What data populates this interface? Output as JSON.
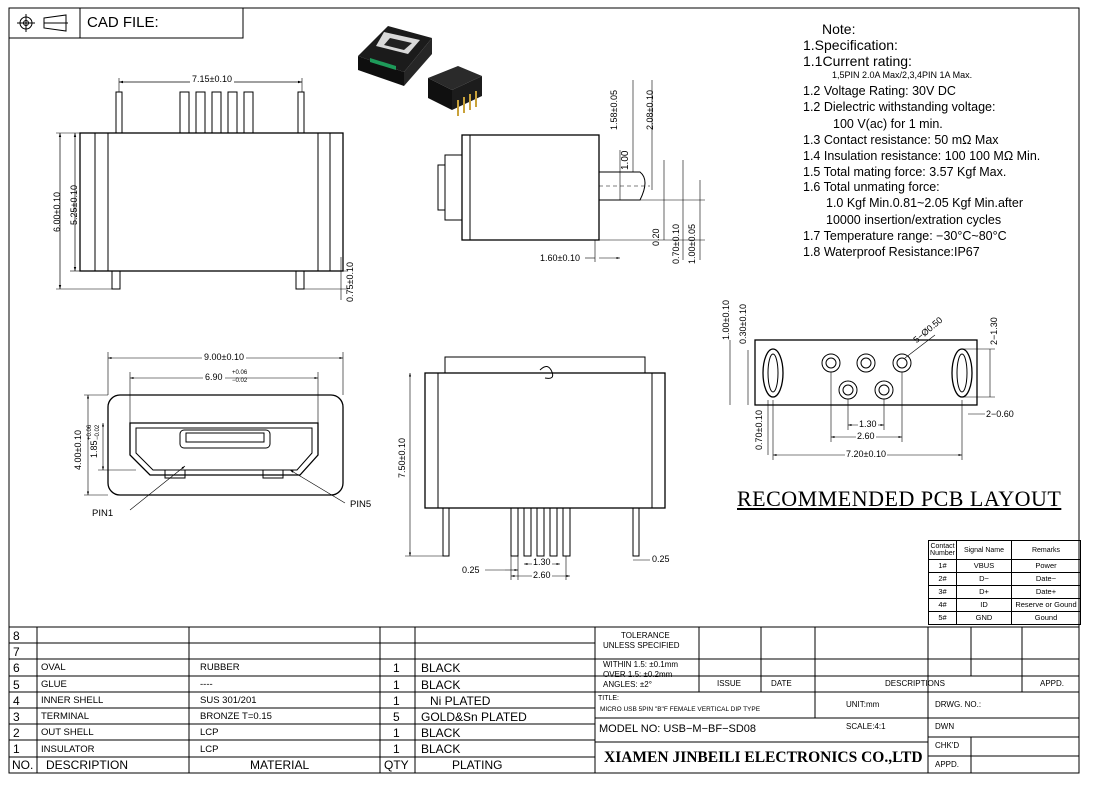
{
  "header": {
    "cad_file_label": "CAD FILE:"
  },
  "notes": {
    "lines": [
      "Note:",
      "1.Specification:",
      "1.1Current rating:",
      "1,5PIN 2.0A Max/2,3,4PIN 1A Max.",
      "1.2 Voltage Rating: 30V DC",
      "1.2 Dielectric withstanding voltage:",
      "100 V(ac) for 1 min.",
      "1.3 Contact resistance: 50 mΩ Max",
      "1.4 Insulation resistance: 100 100 MΩ Min.",
      "1.5 Total mating force: 3.57 Kgf Max.",
      "1.6 Total unmating force:",
      "1.0 Kgf Min.0.81~2.05 Kgf Min.after",
      "10000 insertion/extration cycles",
      "1.7 Temperature range: −30°C~80°C",
      "1.8 Waterproof Resistance:IP67"
    ]
  },
  "pcb_layout": {
    "title": "RECOMMENDED PCB LAYOUT",
    "dims": [
      "1.00±0.10",
      "0.30±0.10",
      "5−Ø0.50",
      "2−1.30",
      "0.70±0.10",
      "1.30",
      "2.60",
      "7.20±0.10",
      "2−0.60"
    ]
  },
  "side_view": {
    "dims": [
      "7.15±0.10",
      "6.00±0.10",
      "5.25±0.10",
      "0.75±0.10"
    ]
  },
  "right_view": {
    "dims": [
      "1.58±0.05",
      "2.08±0.10",
      "1.00",
      "0.20",
      "0.70±0.10",
      "1.00±0.05",
      "1.60±0.10"
    ]
  },
  "front_view": {
    "dims": [
      "9.00±0.10",
      "6.90",
      "+0.06",
      "−0.02",
      "4.00±0.10",
      "1.85",
      "+0.06",
      "−0.02"
    ],
    "pin1": "PIN1",
    "pin5": "PIN5"
  },
  "bottom_view": {
    "dims": [
      "7.50±0.10",
      "0.25",
      "1.30",
      "2.60",
      "0.25"
    ]
  },
  "signal_table": {
    "headers": [
      "Contact Number",
      "Signal Name",
      "Remarks"
    ],
    "rows": [
      [
        "1#",
        "VBUS",
        "Power"
      ],
      [
        "2#",
        "D−",
        "Date−"
      ],
      [
        "3#",
        "D+",
        "Date+"
      ],
      [
        "4#",
        "ID",
        "Reserve or Gound"
      ],
      [
        "5#",
        "GND",
        "Gound"
      ]
    ]
  },
  "bom": {
    "footer": [
      "NO.",
      "DESCRIPTION",
      "MATERIAL",
      "QTY",
      "PLATING"
    ],
    "rows": [
      {
        "no": "8",
        "desc": "",
        "mat": "",
        "qty": "",
        "plating": ""
      },
      {
        "no": "7",
        "desc": "",
        "mat": "",
        "qty": "",
        "plating": ""
      },
      {
        "no": "6",
        "desc": "OVAL",
        "mat": "RUBBER",
        "qty": "1",
        "plating": "BLACK"
      },
      {
        "no": "5",
        "desc": "GLUE",
        "mat": "----",
        "qty": "1",
        "plating": "BLACK"
      },
      {
        "no": "4",
        "desc": "INNER SHELL",
        "mat": "SUS 301/201",
        "qty": "1",
        "plating": "Ni PLATED"
      },
      {
        "no": "3",
        "desc": "TERMINAL",
        "mat": "BRONZE T=0.15",
        "qty": "5",
        "plating": "GOLD&Sn PLATED"
      },
      {
        "no": "2",
        "desc": "OUT SHELL",
        "mat": "LCP",
        "qty": "1",
        "plating": "BLACK"
      },
      {
        "no": "1",
        "desc": "INSULATOR",
        "mat": "LCP",
        "qty": "1",
        "plating": "BLACK"
      }
    ]
  },
  "title_block": {
    "tolerance_1": "TOLERANCE",
    "tolerance_2": "UNLESS SPECIFIED",
    "within": "WITHIN 1.5: ±0.1mm",
    "over": "OVER 1.5: ±0.2mm",
    "angles": "ANGLES: ±2°",
    "issue": "ISSUE",
    "date": "DATE",
    "descriptions": "DESCRIPTIONS",
    "appd": "APPD.",
    "title_label": "TITLE:",
    "title_text": "MICRO USB 5PIN \"B\"F FEMALE VERTICAL DIP TYPE",
    "unit": "UNIT:mm",
    "drwg_no": "DRWG. NO.:",
    "model": "MODEL NO: USB−M−BF−SD08",
    "scale": "SCALE:4:1",
    "dwn": "DWN",
    "chkd": "CHK'D",
    "appd2": "APPD.",
    "company": "XIAMEN JINBEILI ELECTRONICS CO.,LTD"
  }
}
